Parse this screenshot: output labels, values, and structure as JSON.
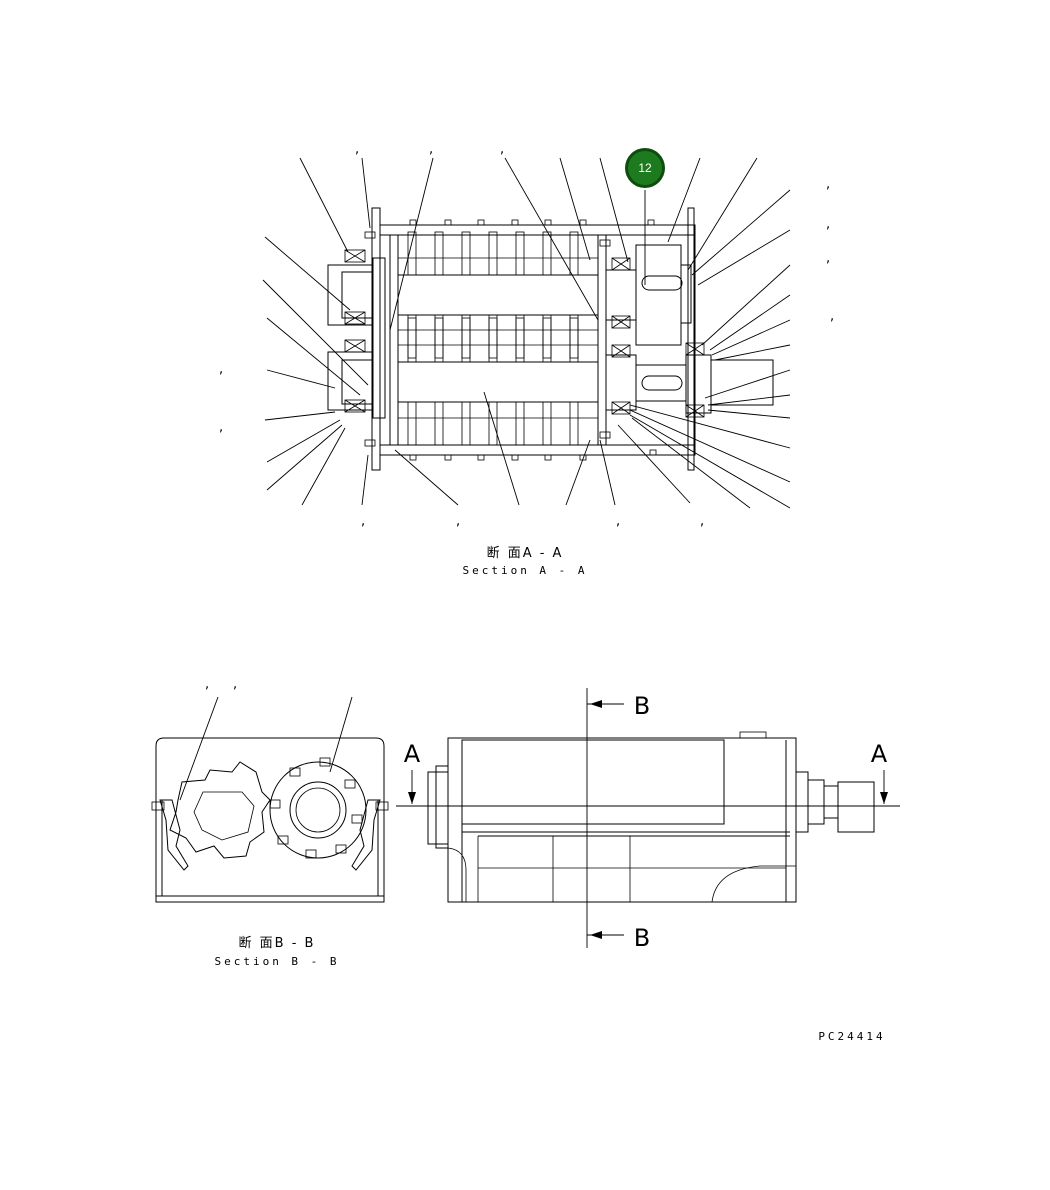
{
  "callout": {
    "label": "12",
    "fill": "#1e7a1e",
    "ring": "#0d4d0d",
    "text_color": "#ffffff"
  },
  "section_a": {
    "title_jp": "断 面A - A",
    "title_en": "Section A - A"
  },
  "section_b": {
    "title_jp": "断 面B - B",
    "title_en": "Section B - B"
  },
  "cut_markers": {
    "a_left": "A",
    "a_right": "A",
    "b_top": "B",
    "b_bottom": "B"
  },
  "drawing_number": "PC24414",
  "comma_mark": ","
}
